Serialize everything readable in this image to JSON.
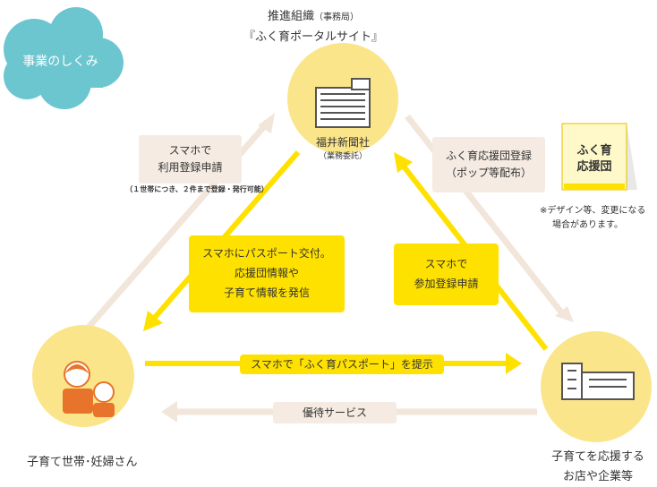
{
  "cloud": {
    "label": "事業のしくみ"
  },
  "org": {
    "title_line1": "推進組織",
    "title_line1_small": "（事務局）",
    "title_line2": "『ふく育ポータルサイト』",
    "node_name": "福井新聞社",
    "node_sub": "（業務委託）"
  },
  "families": {
    "label": "子育て世帯･妊婦さん"
  },
  "shops": {
    "line1": "子育てを応援する",
    "line2": "お店や企業等"
  },
  "boxes": {
    "app_line1": "スマホで",
    "app_line2": "利用登録申請",
    "app_note": "（１世帯につき、２件まで登録・発行可能）",
    "issue_line1": "スマホにパスポート交付。",
    "issue_line2": "応援団情報や",
    "issue_line3": "子育て情報を発信",
    "shop_reg_line1": "ふく育応援団登録",
    "shop_reg_line2": "（ポップ等配布）",
    "shop_apply_line1": "スマホで",
    "shop_apply_line2": "参加登録申請",
    "present": "スマホで「ふく育パスポート」を提示",
    "service": "優待サービス"
  },
  "pop": {
    "line1": "ふく育",
    "line2": "応援団"
  },
  "note": {
    "line1": "※デザイン等、変更になる",
    "line2": "場合があります。"
  },
  "colors": {
    "cloud": "#6cc6cf",
    "circle": "#fbe58a",
    "yellow": "#ffe100",
    "beige": "#f5ebe2",
    "orange": "#e8742b"
  }
}
